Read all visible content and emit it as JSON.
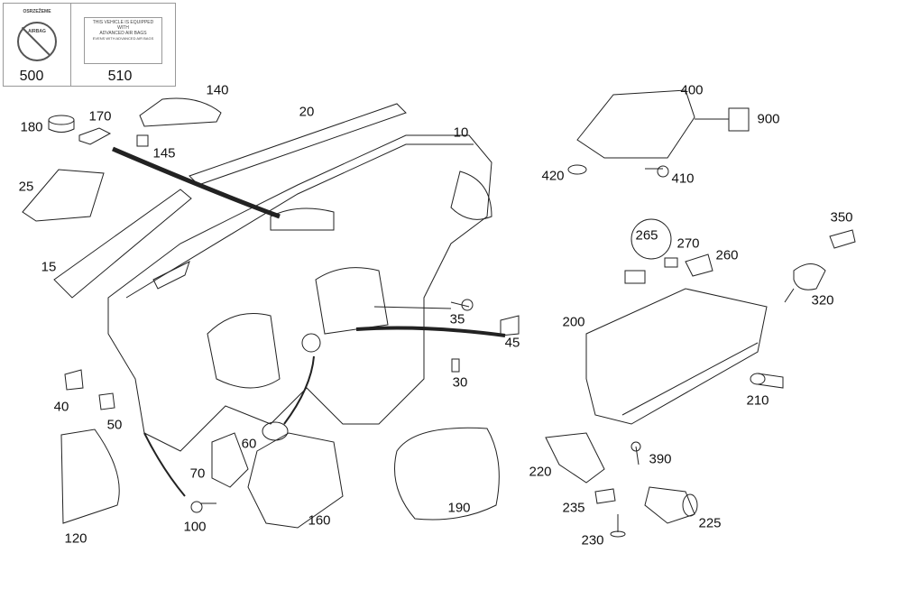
{
  "labels_box": {
    "warning_title": "OSRZEŽEME",
    "airbag_word": "AIRBAG",
    "notice_line1": "THIS VEHICLE IS EQUIPPED WITH",
    "notice_line2": "ADVANCED AIR BAGS",
    "notice_line3": "EVENS WITH ADVANCED AIR BAGS",
    "part_500": "500",
    "part_510": "510"
  },
  "parts": [
    {
      "id": "140"
    },
    {
      "id": "20"
    },
    {
      "id": "10"
    },
    {
      "id": "180"
    },
    {
      "id": "170"
    },
    {
      "id": "145"
    },
    {
      "id": "25"
    },
    {
      "id": "15"
    },
    {
      "id": "400"
    },
    {
      "id": "900"
    },
    {
      "id": "420"
    },
    {
      "id": "410"
    },
    {
      "id": "350"
    },
    {
      "id": "265"
    },
    {
      "id": "270"
    },
    {
      "id": "260"
    },
    {
      "id": "320"
    },
    {
      "id": "200"
    },
    {
      "id": "35"
    },
    {
      "id": "45"
    },
    {
      "id": "30"
    },
    {
      "id": "210"
    },
    {
      "id": "40"
    },
    {
      "id": "50"
    },
    {
      "id": "60"
    },
    {
      "id": "70"
    },
    {
      "id": "390"
    },
    {
      "id": "220"
    },
    {
      "id": "190"
    },
    {
      "id": "235"
    },
    {
      "id": "225"
    },
    {
      "id": "160"
    },
    {
      "id": "100"
    },
    {
      "id": "120"
    },
    {
      "id": "230"
    }
  ]
}
